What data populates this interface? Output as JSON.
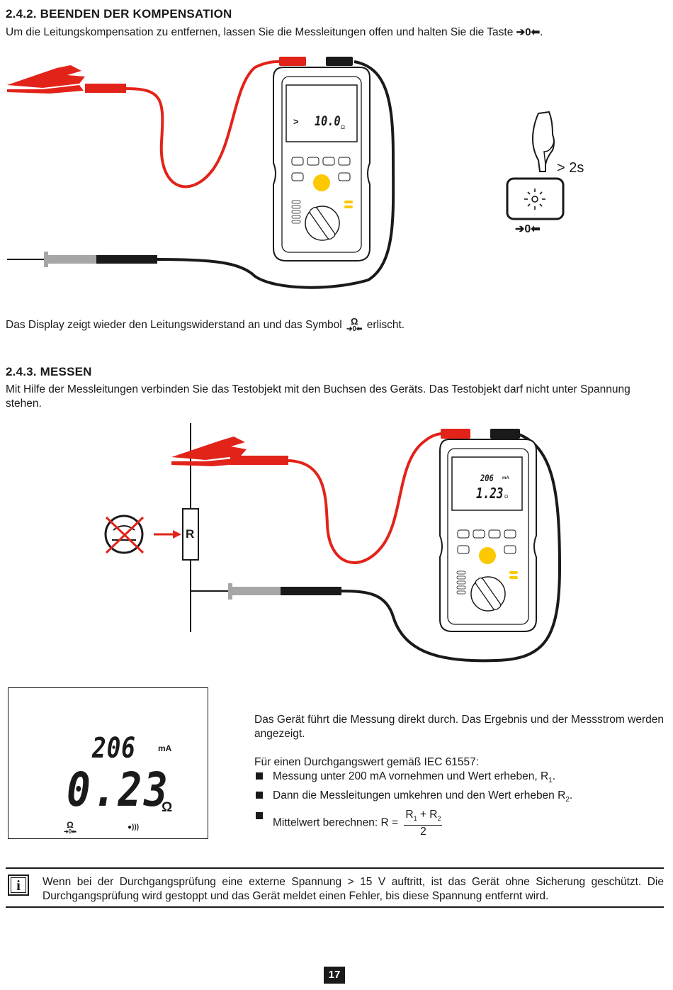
{
  "section1": {
    "heading": "2.4.2. BEENDEN DER KOMPENSATION",
    "intro": "Um die Leitungskompensation zu entfernen, lassen Sie die Messleitungen offen und halten Sie die Taste",
    "key_symbol": "➔0⬅",
    "intro_end": ".",
    "display_arrow": ">",
    "display_value": "10.0",
    "display_unit": "Ω",
    "hold_time": "> 2s",
    "button_label": "➔0⬅",
    "after_before": "Das Display zeigt wieder den Leitungswiderstand an und das Symbol",
    "after_symbol_top": "Ω",
    "after_symbol_bottom": "➔0⬅",
    "after_after": "erlischt."
  },
  "section2": {
    "heading": "2.4.3. MESSEN",
    "intro": "Mit Hilfe der Messleitungen verbinden Sie das Testobjekt mit den Buchsen des Geräts. Das Testobjekt darf nicht unter Spannung stehen.",
    "resistor_label": "R",
    "device_current": "206",
    "device_current_unit": "mA",
    "device_value": "1.23",
    "device_unit": "Ω",
    "big_current": "206",
    "big_current_unit": "mA",
    "big_value": "0.23",
    "big_unit": "Ω",
    "big_comp_top": "Ω",
    "big_comp_bottom": "➔0⬅",
    "big_buzzer": "●)))",
    "result_text": "Das Gerät führt die Messung direkt durch. Das Ergebnis und der Messstrom werden angezeigt.",
    "iec_intro": "Für einen Durchgangswert gemäß IEC 61557:",
    "bullet1": "Messung unter 200 mA vornehmen und Wert erheben, R",
    "bullet1_sub": "1",
    "bullet1_end": ".",
    "bullet2": "Dann die Messleitungen umkehren und den Wert erheben R",
    "bullet2_sub": "2",
    "bullet2_end": ".",
    "bullet3": "Mittelwert berechnen:  R =",
    "frac_num": "R",
    "frac_num_sub1": "1",
    "frac_plus": " + R",
    "frac_num_sub2": "2",
    "frac_den": "2"
  },
  "note": {
    "icon_letter": "i",
    "text": "Wenn bei der Durchgangsprüfung eine externe Spannung > 15 V auftritt, ist das Gerät ohne Sicherung geschützt. Die Durchgangsprüfung wird gestoppt und das Gerät meldet einen Fehler, bis diese Spannung entfernt wird."
  },
  "page_number": "17",
  "colors": {
    "red": "#e2231a",
    "black": "#1a1a1a",
    "yellow": "#fcc800",
    "gray": "#a6a6a6"
  }
}
